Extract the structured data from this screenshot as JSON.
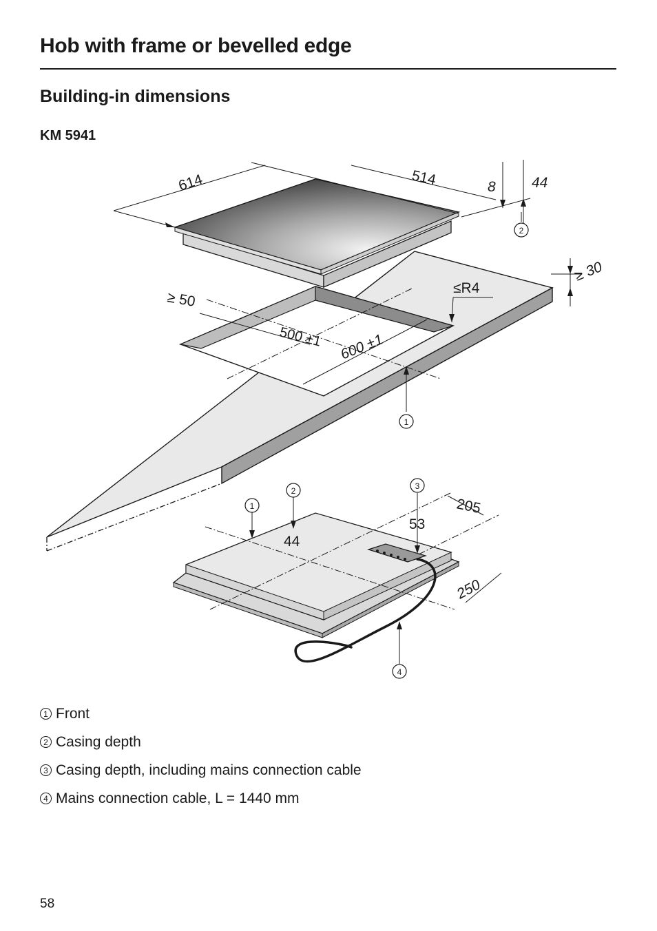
{
  "page": {
    "title": "Hob with frame or bevelled edge",
    "subtitle": "Building-in dimensions",
    "model": "KM 5941",
    "page_number": "58"
  },
  "diagram": {
    "top_view": {
      "dim_width": "614",
      "dim_depth": "514",
      "dim_frame": "8",
      "dim_height": "44",
      "dim_worktop": "≥ 30",
      "dim_rim": "≥ 50",
      "dim_radius": "≤R4",
      "dim_cutout_depth": "500 ±1",
      "dim_cutout_width": "600 ±1",
      "callout_front": "1",
      "callout_casing": "2"
    },
    "bottom_view": {
      "dim_casing": "44",
      "dim_casing_cable": "53",
      "dim_side": "205",
      "dim_front": "250",
      "callout_front": "1",
      "callout_casing": "2",
      "callout_casing_cable": "3",
      "callout_cable": "4"
    }
  },
  "legend": [
    {
      "num": "1",
      "text": "Front"
    },
    {
      "num": "2",
      "text": "Casing depth"
    },
    {
      "num": "3",
      "text": "Casing depth, including mains connection cable"
    },
    {
      "num": "4",
      "text": "Mains connection cable, L = 1440 mm"
    }
  ]
}
